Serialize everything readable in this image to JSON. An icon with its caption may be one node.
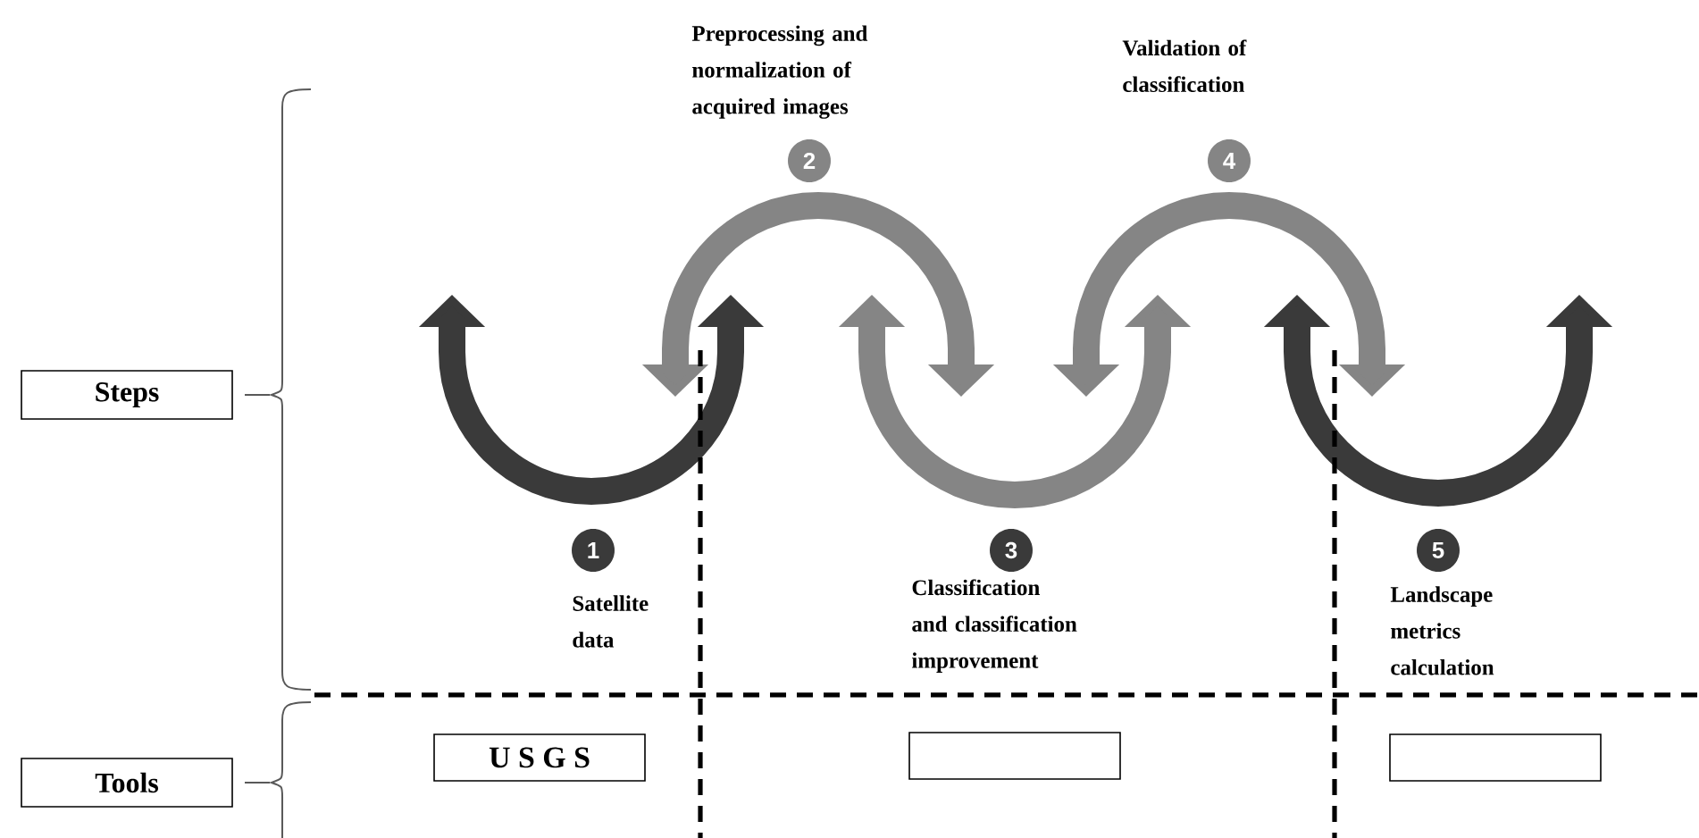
{
  "diagram": {
    "nodes": [
      {
        "text": [
          "Steps"
        ]
      },
      {
        "text": [
          "Tools"
        ]
      },
      {
        "text": [
          "U S G S"
        ]
      },
      {
        "text": [],
        "shape": "box"
      },
      {
        "text": [],
        "shape": "box"
      },
      {
        "text": [
          "1"
        ],
        "beside": [
          "Satellite data"
        ]
      },
      {
        "text": [
          "2"
        ],
        "beside": [
          "Preprocessing and normalization of acquired images"
        ]
      },
      {
        "text": [
          "3"
        ],
        "beside": [
          "Classification and classification improvement"
        ]
      },
      {
        "text": [
          "4"
        ],
        "beside": [
          "Validation of classification"
        ]
      },
      {
        "text": [
          "5"
        ],
        "beside": [
          "Landscape metrics calculation"
        ]
      }
    ]
  }
}
